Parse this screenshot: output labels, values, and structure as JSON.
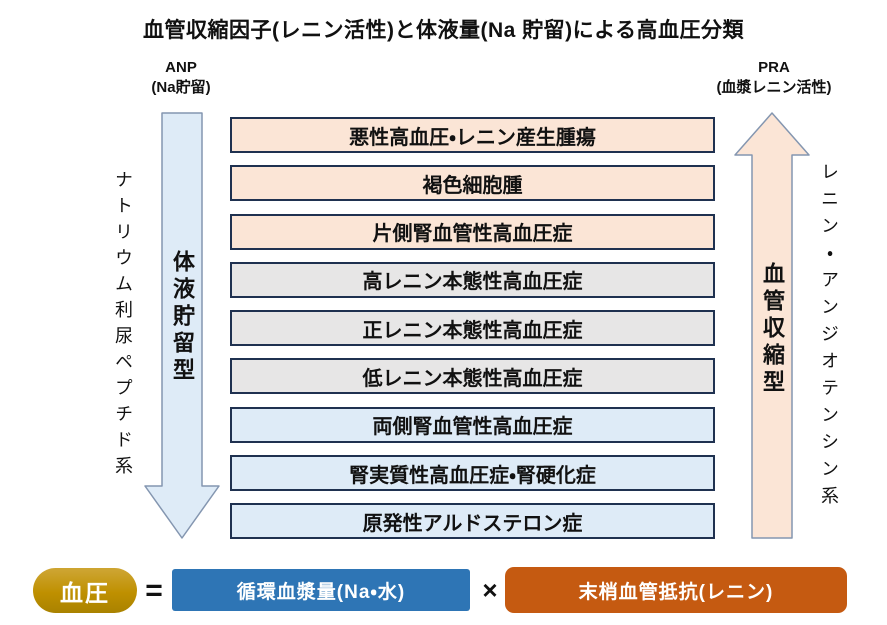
{
  "title": "血管収縮因子(レニン活性)と体液量(Na 貯留)による高血圧分類",
  "left_axis": {
    "header_line1": "ANP",
    "header_line2": "(Na貯留)",
    "side_label": "ナトリウム利尿ペプチド系",
    "arrow_label": "体液貯留型",
    "arrow_direction": "down"
  },
  "right_axis": {
    "header_line1": "PRA",
    "header_line2": "(血漿レニン活性)",
    "side_label": "レニン・アンジオテンシン系",
    "arrow_label": "血管収縮型",
    "arrow_direction": "up"
  },
  "rows": [
    {
      "label": "悪性高血圧・レニン産生腫瘍",
      "tone": "peach"
    },
    {
      "label": "褐色細胞腫",
      "tone": "peach"
    },
    {
      "label": "片側腎血管性高血圧症",
      "tone": "peach"
    },
    {
      "label": "高レニン本態性高血圧症",
      "tone": "gray"
    },
    {
      "label": "正レニン本態性高血圧症",
      "tone": "gray"
    },
    {
      "label": "低レニン本態性高血圧症",
      "tone": "gray"
    },
    {
      "label": "両側腎血管性高血圧症",
      "tone": "light-blue"
    },
    {
      "label": "腎実質性高血圧症・腎硬化症",
      "tone": "light-blue"
    },
    {
      "label": "原発性アルドステロン症",
      "tone": "light-blue"
    }
  ],
  "equation": {
    "bp_label": "血圧",
    "equals": "=",
    "volume_label": "循環血漿量(Na・水)",
    "times": "×",
    "resistance_label": "末梢血管抵抗(レニン)"
  },
  "colors": {
    "peach": "#FBE5D6",
    "gray": "#E7E6E6",
    "light-blue": "#DEEBF7",
    "box-border": "#1F3150",
    "arrow-border": "#8496B0",
    "arrow-left-fill": "#DEEBF7",
    "arrow-right-fill": "#FBE5D6",
    "gold": "#BF9000",
    "blue": "#2E75B5",
    "orange": "#C55A11"
  }
}
